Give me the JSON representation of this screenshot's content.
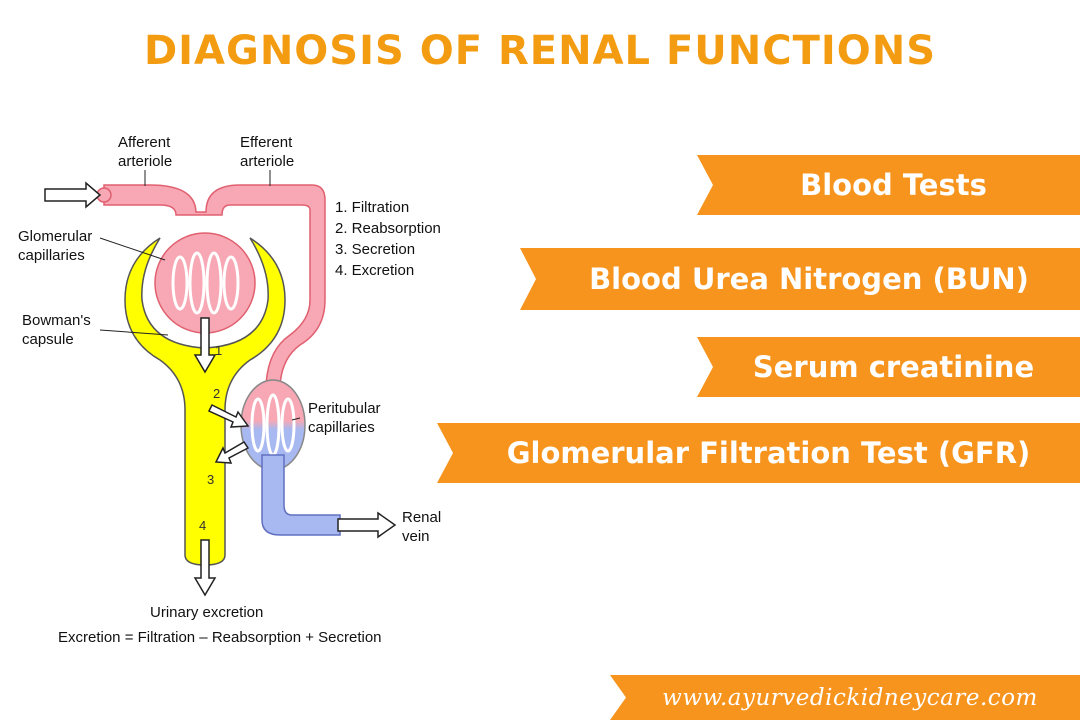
{
  "title": "DIAGNOSIS OF RENAL FUNCTIONS",
  "diagram": {
    "labels": {
      "afferent_1": "Afferent",
      "afferent_2": "arteriole",
      "efferent_1": "Efferent",
      "efferent_2": "arteriole",
      "glomerular_1": "Glomerular",
      "glomerular_2": "capillaries",
      "bowman_1": "Bowman's",
      "bowman_2": "capsule",
      "peritubular_1": "Peritubular",
      "peritubular_2": "capillaries",
      "renal_1": "Renal",
      "renal_2": "vein",
      "urinary": "Urinary excretion",
      "equation": "Excretion = Filtration – Reabsorption + Secretion"
    },
    "steps": [
      "1. Filtration",
      "2. Reabsorption",
      "3. Secretion",
      "4. Excretion"
    ],
    "arrow_numbers": [
      "1",
      "2",
      "3",
      "4"
    ]
  },
  "banners": [
    "Blood Tests",
    "Blood Urea Nitrogen (BUN)",
    "Serum creatinine",
    "Glomerular Filtration Test (GFR)"
  ],
  "website": "www.ayurvedickidneycare.com",
  "colors": {
    "title": "#f39c12",
    "banner": "#f7941d",
    "arterial": "#f7a8b4",
    "venous": "#a8b8f0",
    "capsule": "#ffff00"
  }
}
